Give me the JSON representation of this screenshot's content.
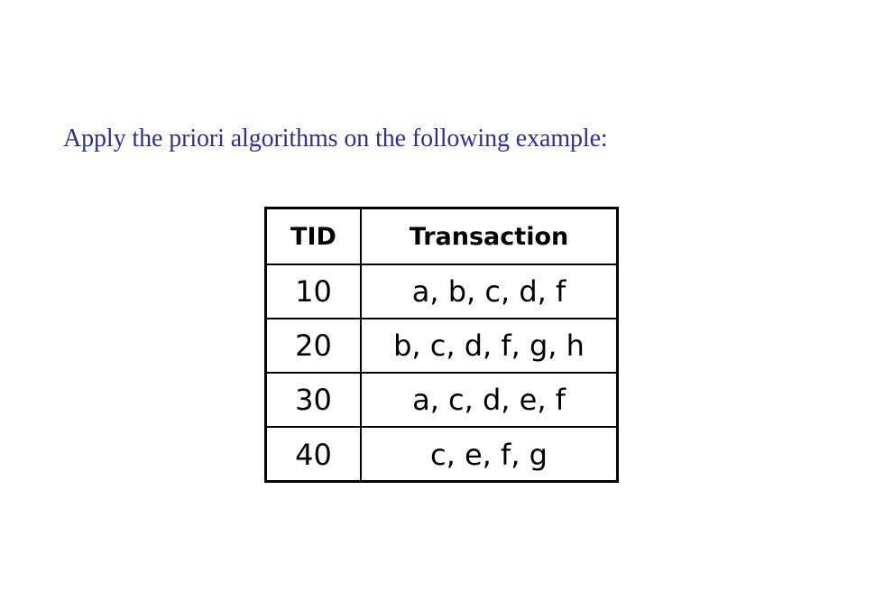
{
  "heading": "Apply the priori algorithms on the following example:",
  "table": {
    "columns": [
      "TID",
      "Transaction"
    ],
    "rows": [
      {
        "tid": "10",
        "transaction": "a, b, c, d, f"
      },
      {
        "tid": "20",
        "transaction": "b, c, d, f, g, h"
      },
      {
        "tid": "30",
        "transaction": "a, c, d, e, f"
      },
      {
        "tid": "40",
        "transaction": "c, e, f, g"
      }
    ]
  },
  "colors": {
    "heading_text": "#2e3191",
    "table_border": "#000000",
    "table_text": "#000000"
  }
}
